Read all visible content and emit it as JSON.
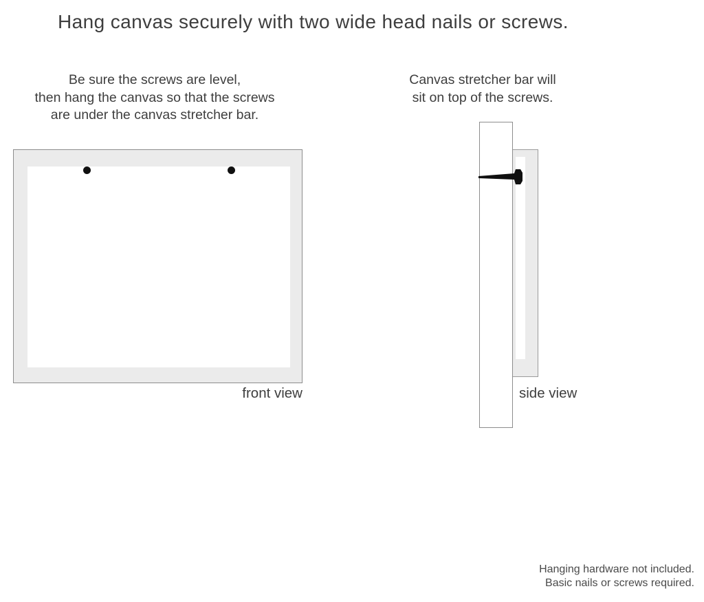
{
  "title": "Hang canvas securely with two wide head nails or screws.",
  "front_section": {
    "instruction_lines": [
      "Be sure the screws are level,",
      "then hang the canvas so that the screws",
      "are under the canvas stretcher bar."
    ],
    "label": "front view"
  },
  "side_section": {
    "instruction_lines": [
      "Canvas stretcher bar will",
      "sit on top of the screws."
    ],
    "label": "side view"
  },
  "footer_note": {
    "lines": [
      "Hanging hardware not included.",
      "Basic nails or screws required."
    ]
  },
  "colors": {
    "canvas_fill": "#ebebeb",
    "outline": "#8c8c8c",
    "text": "#3e3e3e",
    "nail": "#101010"
  }
}
